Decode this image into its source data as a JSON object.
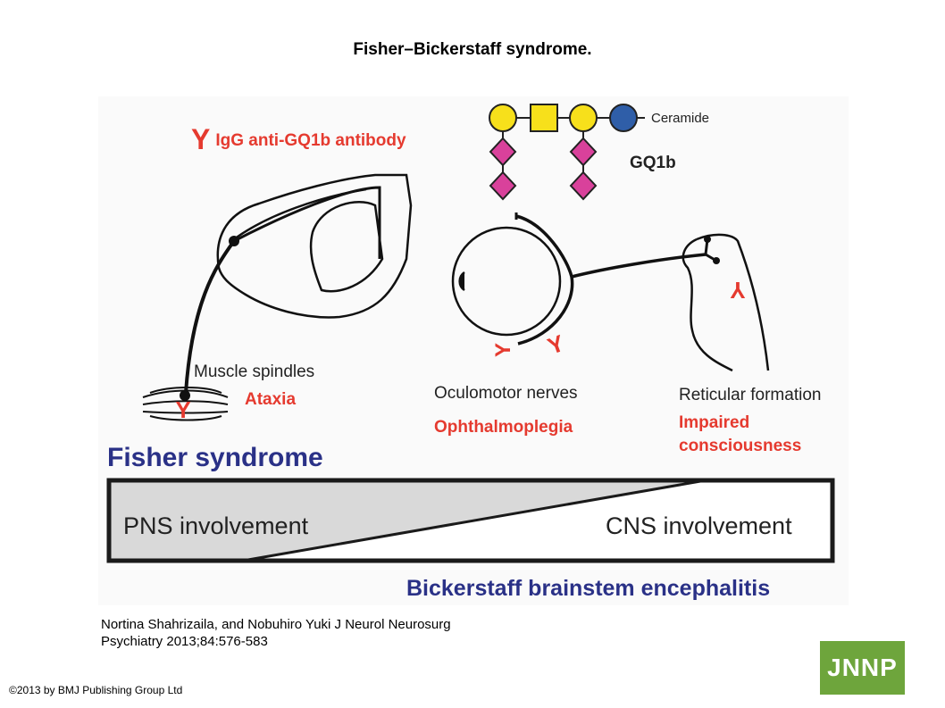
{
  "title": "Fisher–Bickerstaff syndrome.",
  "figure": {
    "antibody_symbol": "Y",
    "antibody_label": "IgG anti-GQ1b antibody",
    "ceramide_label": "Ceramide",
    "gq1b_label": "GQ1b",
    "muscle_spindles_label": "Muscle spindles",
    "ataxia_label": "Ataxia",
    "oculomotor_label": "Oculomotor nerves",
    "ophthalmoplegia_label": "Ophthalmoplegia",
    "reticular_label": "Reticular formation",
    "impaired_line1": "Impaired",
    "impaired_line2": "consciousness",
    "fisher_label": "Fisher syndrome",
    "pns_label": "PNS involvement",
    "cns_label": "CNS involvement",
    "bickerstaff_label": "Bickerstaff brainstem encephalitis"
  },
  "citation_line1": "Nortina Shahrizaila, and Nobuhiro Yuki J Neurol Neurosurg",
  "citation_line2": "Psychiatry 2013;84:576-583",
  "copyright": "©2013 by BMJ Publishing Group Ltd",
  "logo_text": "JNNP",
  "colors": {
    "red": "#e53a2f",
    "navy": "#2a3187",
    "yellow_sugar": "#f7e01b",
    "magenta_sugar": "#d9419b",
    "blue_sugar": "#2f5ea8",
    "logo_green": "#6ea53c"
  }
}
